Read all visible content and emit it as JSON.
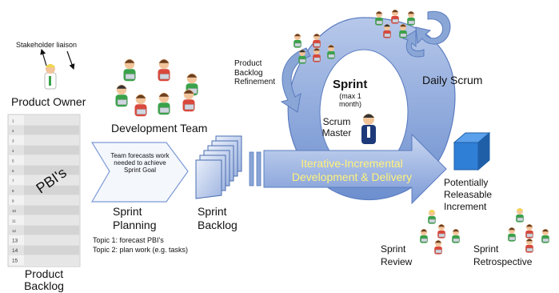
{
  "stakeholder": {
    "label": "Stakeholder liaison"
  },
  "product_owner": {
    "title": "Product Owner"
  },
  "product_backlog": {
    "pbi_label": "PBI's",
    "row_numbers": [
      "1",
      "2",
      "3",
      "4",
      "5",
      "6",
      "7",
      "8",
      "9",
      "10",
      "11",
      "12",
      "13",
      "14",
      "15"
    ],
    "title": "Product Backlog"
  },
  "development_team": {
    "title": "Development Team"
  },
  "sprint_planning": {
    "box_text": "Team forecasts work needed to achieve Sprint Goal",
    "title": "Sprint Planning",
    "topic1": "Topic 1: forecast PBI's",
    "topic2": "Topic 2: plan work (e.g. tasks)"
  },
  "sprint_backlog": {
    "title": "Sprint Backlog"
  },
  "sprint": {
    "title": "Sprint",
    "duration": "(max 1 month)",
    "scrum_master": "Scrum Master",
    "development_text": "Iterative-Incremental Development & Delivery"
  },
  "refinement": {
    "label": "Product Backlog Refinement"
  },
  "daily_scrum": {
    "label": "Daily Scrum"
  },
  "increment": {
    "label": "Potentially Releasable Increment"
  },
  "sprint_review": {
    "label": "Sprint Review"
  },
  "sprint_retrospective": {
    "label": "Sprint Retrospective"
  },
  "colors": {
    "cycle_blue": "#8aa6d6",
    "cycle_dark": "#5b7cc0",
    "arrow_yellow": "#fff27a",
    "cube": "#2f7fd6",
    "shirt_green": "#3aa24a",
    "shirt_red": "#d9483c",
    "hair_brown": "#6b3f1e",
    "skin": "#f2c49a"
  }
}
